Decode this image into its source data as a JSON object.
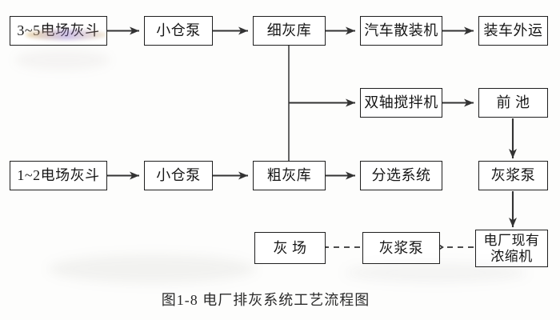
{
  "figure": {
    "caption": "图1-8  电厂排灰系统工艺流程图",
    "line_color": "#333333",
    "box_border_color": "#1f1f1f",
    "background_color": "#fdfdfc"
  },
  "nodes": [
    {
      "id": "esp-hopper-3-5",
      "label": "3~5电场灰斗"
    },
    {
      "id": "bunker-pump-1",
      "label": "小仓泵"
    },
    {
      "id": "fine-ash-silo",
      "label": "细灰库"
    },
    {
      "id": "truck-bulk-loader",
      "label": "汽车散装机"
    },
    {
      "id": "truck-out",
      "label": "装车外运"
    },
    {
      "id": "twin-shaft-mixer",
      "label": "双轴搅拌机"
    },
    {
      "id": "forebay",
      "label": "前  池"
    },
    {
      "id": "esp-hopper-1-2",
      "label": "1~2电场灰斗"
    },
    {
      "id": "bunker-pump-2",
      "label": "小仓泵"
    },
    {
      "id": "coarse-ash-silo",
      "label": "粗灰库"
    },
    {
      "id": "sorting-system",
      "label": "分选系统"
    },
    {
      "id": "slurry-pump-1",
      "label": "灰浆泵"
    },
    {
      "id": "ash-yard",
      "label": "灰  场"
    },
    {
      "id": "slurry-pump-2",
      "label": "灰浆泵"
    },
    {
      "id": "existing-thickener",
      "label": "电厂现有\n浓缩机"
    }
  ],
  "edges": [
    {
      "from": "esp-hopper-3-5",
      "to": "bunker-pump-1",
      "style": "solid-arrow"
    },
    {
      "from": "bunker-pump-1",
      "to": "fine-ash-silo",
      "style": "solid-arrow"
    },
    {
      "from": "fine-ash-silo",
      "to": "truck-bulk-loader",
      "style": "solid-arrow"
    },
    {
      "from": "truck-bulk-loader",
      "to": "truck-out",
      "style": "solid-arrow"
    },
    {
      "from": "fine-ash-silo",
      "to": "coarse-ash-silo",
      "style": "solid-line"
    },
    {
      "from": "silo-trunk-line",
      "to": "twin-shaft-mixer",
      "style": "solid-arrow"
    },
    {
      "from": "twin-shaft-mixer",
      "to": "forebay",
      "style": "solid-arrow"
    },
    {
      "from": "forebay",
      "to": "slurry-pump-1",
      "style": "solid-arrow"
    },
    {
      "from": "esp-hopper-1-2",
      "to": "bunker-pump-2",
      "style": "solid-arrow"
    },
    {
      "from": "bunker-pump-2",
      "to": "coarse-ash-silo",
      "style": "solid-arrow"
    },
    {
      "from": "coarse-ash-silo",
      "to": "sorting-system",
      "style": "solid-arrow"
    },
    {
      "from": "slurry-pump-1",
      "to": "existing-thickener",
      "style": "solid-arrow"
    },
    {
      "from": "existing-thickener",
      "to": "slurry-pump-2",
      "style": "dashed-arrow"
    },
    {
      "from": "slurry-pump-2",
      "to": "ash-yard",
      "style": "dashed-arrow"
    }
  ]
}
